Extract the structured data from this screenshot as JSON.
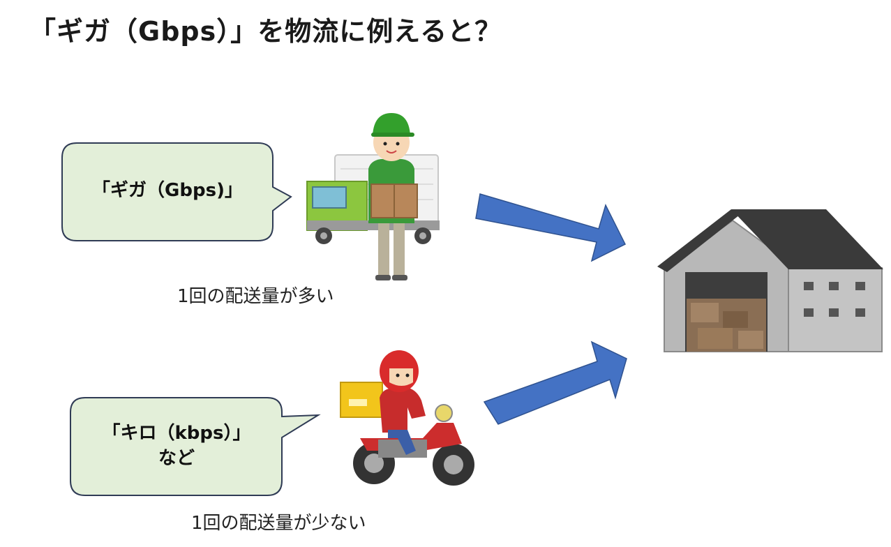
{
  "title": "「ギガ（Gbps）」を物流に例えると？",
  "bubbles": {
    "giga": {
      "text": "「ギガ（Gbps)」"
    },
    "kilo": {
      "line1": "「キロ（kbps）」",
      "line2": "など"
    }
  },
  "captions": {
    "truck": "1回の配送量が多い",
    "bike": "1回の配送量が少ない"
  },
  "colors": {
    "bubble_fill": "#e3efd9",
    "bubble_stroke": "#2f3b55",
    "arrow": "#4472c4",
    "arrow_stroke": "#2f528f"
  },
  "icons": [
    "delivery-person-truck",
    "motorcycle-rider",
    "warehouse"
  ]
}
